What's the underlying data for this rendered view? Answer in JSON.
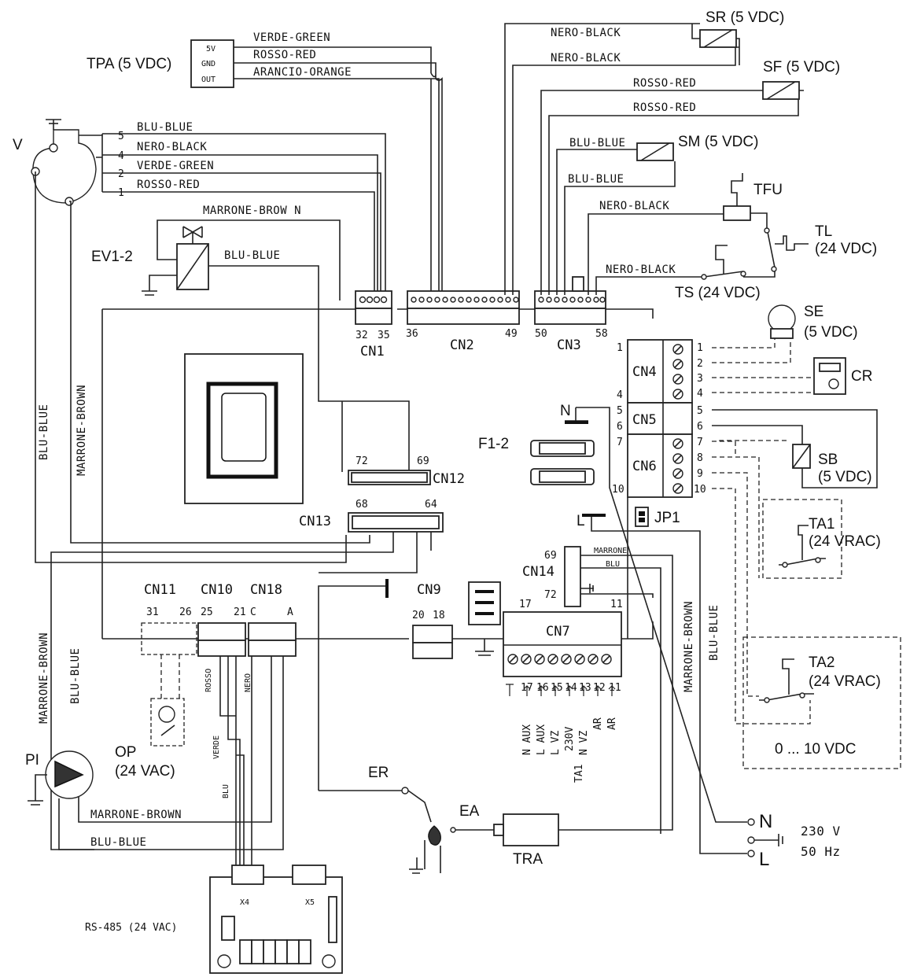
{
  "components": {
    "TPA": "TPA (5 VDC)",
    "TPA_pins": [
      "5V",
      "GND",
      "OUT"
    ],
    "V": "V",
    "EV12": "EV1-2",
    "SR": "SR (5 VDC)",
    "SF": "SF (5 VDC)",
    "SM": "SM (5 VDC)",
    "TFU": "TFU",
    "TL": "TL",
    "TL_volt": "(24 VDC)",
    "TS": "TS (24 VDC)",
    "SE": "SE",
    "SE_volt": "(5 VDC)",
    "CR": "CR",
    "F12": "F1-2",
    "SB": "SB",
    "SB_volt": "(5 VDC)",
    "JP1": "JP1",
    "TA1": "TA1",
    "TA1_volt": "(24 VRAC)",
    "TA2": "TA2",
    "TA2_volt": "(24 VRAC)",
    "range": "0 ... 10 VDC",
    "PI": "PI",
    "OP": "OP",
    "OP_volt": "(24 VAC)",
    "ER": "ER",
    "EA": "EA",
    "TRA": "TRA",
    "N": "N",
    "L": "L",
    "mains1": "230  V",
    "mains2": "50  Hz",
    "RS485": "RS-485 (24 VAC)",
    "X4": "X4",
    "X5": "X5"
  },
  "connectors": {
    "CN1": "CN1",
    "CN2": "CN2",
    "CN3": "CN3",
    "CN4": "CN4",
    "CN5": "CN5",
    "CN6": "CN6",
    "CN7": "CN7",
    "CN9": "CN9",
    "CN10": "CN10",
    "CN11": "CN11",
    "CN12": "CN12",
    "CN13": "CN13",
    "CN14": "CN14",
    "CN18": "CN18"
  },
  "pins": {
    "cn1_a": "32",
    "cn1_b": "35",
    "cn2_a": "36",
    "cn2_b": "49",
    "cn3_a": "50",
    "cn3_b": "58",
    "cn4_a": "1",
    "cn4_b": "4",
    "cn5_a": "5",
    "cn5_b": "6",
    "cn6_a": "7",
    "cn6_b": "10",
    "cn12_a": "72",
    "cn12_b": "69",
    "cn13_a": "68",
    "cn13_b": "64",
    "cn14_a": "69",
    "cn14_b": "72",
    "cn7_a": "17",
    "cn7_b": "11",
    "cn9_a": "20",
    "cn9_b": "18",
    "cn11_a": "31",
    "cn11_b": "26",
    "cn10_a": "25",
    "cn10_b": "21",
    "cn18_a": "C",
    "cn18_b": "A",
    "v_pins": [
      "5",
      "4",
      "2",
      "1"
    ],
    "right_pins": [
      "1",
      "2",
      "3",
      "4",
      "5",
      "6",
      "7",
      "8",
      "9",
      "10"
    ],
    "cn7_terms": [
      "17",
      "16",
      "15",
      "14",
      "13",
      "12",
      "11"
    ],
    "cn7_labels": [
      "N  AUX",
      "L  AUX",
      "L  VZ",
      "230V",
      "N  VZ",
      "AR",
      "AR"
    ],
    "ta1_label": "TA1"
  },
  "wires": {
    "verde": "VERDE-GREEN",
    "rosso": "ROSSO-RED",
    "arancio": "ARANCIO-ORANGE",
    "nero": "NERO-BLACK",
    "blu": "BLU-BLUE",
    "marrone": "MARRONE-BROWN",
    "marrone_bro": "MARRONE-BROW N",
    "marrone_short": "MARRONE",
    "blu_short": "BLU",
    "rosso_v": "ROSSO",
    "nero_v": "NERO",
    "verde_v": "VERDE"
  }
}
